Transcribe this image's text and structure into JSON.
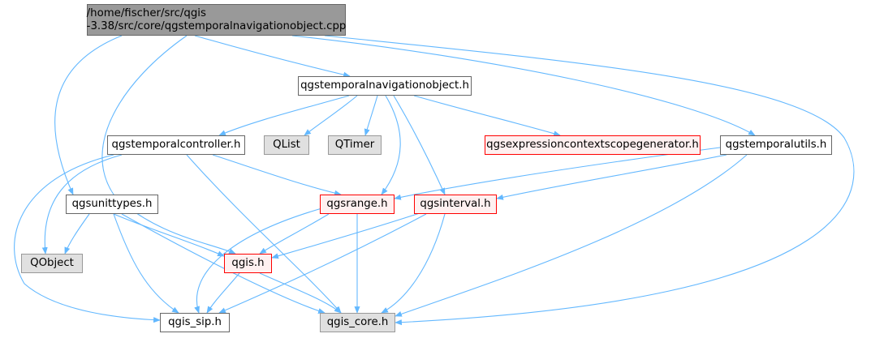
{
  "nodes": {
    "root": "/home/fischer/src/qgis\n-3.38/src/core/qgstemporalnavigationobject.cpp",
    "navobj": "qgstemporalnavigationobject.h",
    "controller": "qgstemporalcontroller.h",
    "qlist": "QList",
    "qtimer": "QTimer",
    "exprgen": "qgsexpressioncontextscopegenerator.h",
    "utils": "qgstemporalutils.h",
    "unittypes": "qgsunittypes.h",
    "range": "qgsrange.h",
    "interval": "qgsinterval.h",
    "qobject": "QObject",
    "qgis": "qgis.h",
    "sip": "qgis_sip.h",
    "core": "qgis_core.h"
  },
  "colors": {
    "edge": "#63b8ff",
    "plain_fill": "#ffffff",
    "missing_fill": "#e0e0e0",
    "incomplete_border": "#ff0000",
    "root_fill": "#999999"
  }
}
